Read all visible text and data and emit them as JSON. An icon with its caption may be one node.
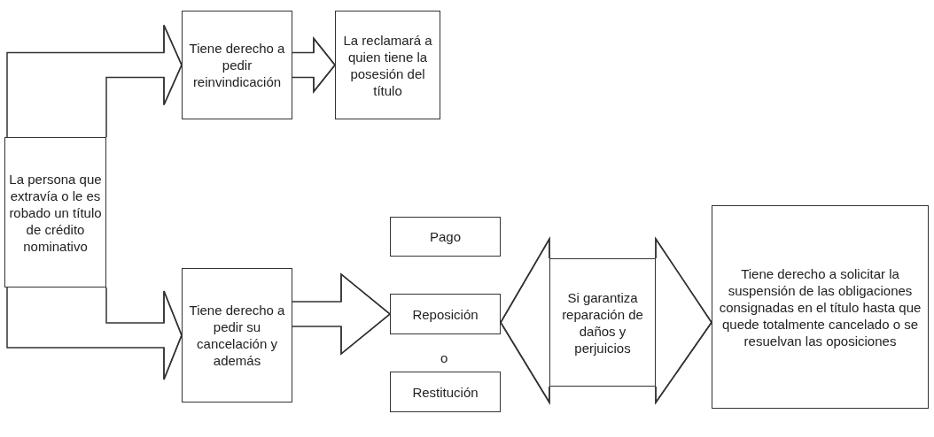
{
  "diagram": {
    "nodes": [
      {
        "text": [
          "La persona que extravía o le es robado un título de crédito nominativo"
        ]
      },
      {
        "text": [
          "Tiene derecho a pedir reinvindicación"
        ]
      },
      {
        "text": [
          "La reclamará a quien tiene la posesión del título"
        ]
      },
      {
        "text": [
          "Tiene derecho a pedir su cancelación y además"
        ]
      },
      {
        "text": [
          "Pago"
        ]
      },
      {
        "text": [
          "Reposición"
        ]
      },
      {
        "text": [
          "Restitución"
        ]
      },
      {
        "text": [
          "Si garantiza reparación de daños y perjuicios"
        ]
      },
      {
        "text": [
          "Tiene derecho a solicitar la suspensión de las obligaciones consignadas en el título hasta que quede totalmente cancelado o se resuelvan las oposiciones"
        ]
      }
    ],
    "edges": [
      {
        "from": 0,
        "to": 1,
        "arrow": "to"
      },
      {
        "from": 1,
        "to": 2,
        "arrow": "to"
      },
      {
        "from": 0,
        "to": 3,
        "arrow": "to"
      },
      {
        "from": 3,
        "to": 5,
        "arrow": "to"
      },
      {
        "from": 7,
        "to": 5,
        "arrow": "to"
      },
      {
        "from": 7,
        "to": 8,
        "arrow": "to"
      }
    ],
    "labels": [
      "o"
    ]
  }
}
